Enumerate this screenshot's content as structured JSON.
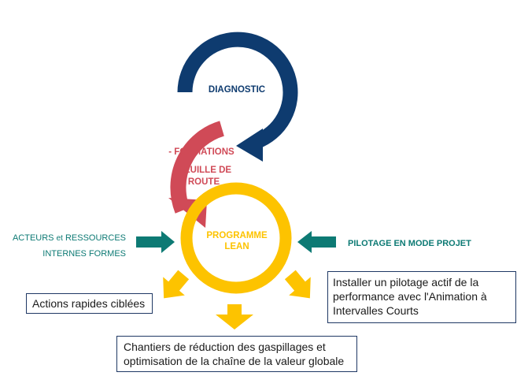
{
  "colors": {
    "navy": "#0e3b6f",
    "red": "#d04a57",
    "yellow": "#fdc300",
    "teal": "#0d7a74",
    "box_border": "#1f3864"
  },
  "cycles": {
    "diagnostic": "DIAGNOSTIC",
    "formations": "- FORMATIONS",
    "feuille_line1": "- FEUILLE DE",
    "feuille_line2": "ROUTE",
    "programme_line1": "PROGRAMME",
    "programme_line2": "LEAN"
  },
  "inputs": {
    "left_line1_a": "ACTEURS ",
    "left_line1_b": "et",
    "left_line1_c": " RESSOURCES",
    "left_line2": "INTERNES FORMES",
    "right": "PILOTAGE EN MODE PROJET"
  },
  "outputs": {
    "left": "Actions rapides ciblées",
    "bottom_line1": "Chantiers de réduction des gaspillages et",
    "bottom_line2": "optimisation de la chaîne de la valeur globale",
    "right_line1": "Installer un pilotage actif de la",
    "right_line2": "performance avec l'Animation à",
    "right_line3": "Intervalles Courts"
  }
}
